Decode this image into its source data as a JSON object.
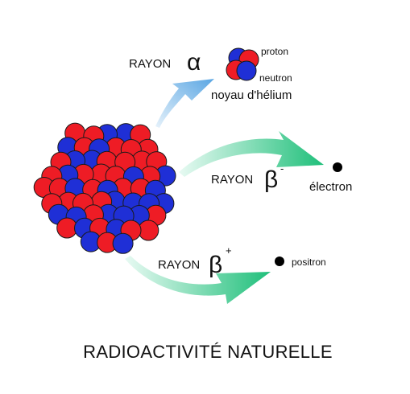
{
  "colors": {
    "proton": "#ee1c25",
    "neutron": "#1f2fd6",
    "outline": "#1a1a1a",
    "alpha_arrow_start": "#e6f2fb",
    "alpha_arrow_end": "#5aa6e3",
    "beta_arrow_start": "#e8faf3",
    "beta_arrow_end": "#1fbf7a"
  },
  "alpha": {
    "label": "RAYON",
    "symbol": "α",
    "proton_label": "proton",
    "neutron_label": "neutron",
    "caption": "noyau d'hélium"
  },
  "beta_minus": {
    "label": "RAYON",
    "symbol": "β",
    "sign": "-",
    "particle": "électron"
  },
  "beta_plus": {
    "label": "RAYON",
    "symbol": "β",
    "sign": "+",
    "particle": "positron"
  },
  "title": "RADIOACTIVITÉ NATURELLE"
}
